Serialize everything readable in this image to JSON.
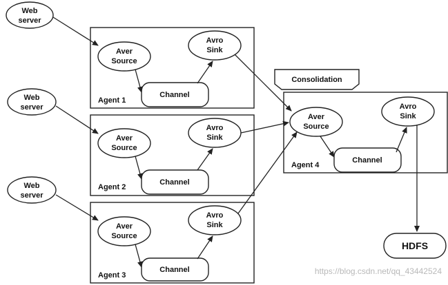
{
  "web_servers": [
    {
      "line1": "Web",
      "line2": "server"
    },
    {
      "line1": "Web",
      "line2": "server"
    },
    {
      "line1": "Web",
      "line2": "server"
    }
  ],
  "agents": [
    {
      "name": "Agent 1",
      "source_line1": "Aver",
      "source_line2": "Source",
      "channel": "Channel",
      "sink_line1": "Avro",
      "sink_line2": "Sink"
    },
    {
      "name": "Agent 2",
      "source_line1": "Aver",
      "source_line2": "Source",
      "channel": "Channel",
      "sink_line1": "Avro",
      "sink_line2": "Sink"
    },
    {
      "name": "Agent 3",
      "source_line1": "Aver",
      "source_line2": "Source",
      "channel": "Channel",
      "sink_line1": "Avro",
      "sink_line2": "Sink"
    }
  ],
  "consolidation": {
    "label": "Consolidation",
    "agent": {
      "name": "Agent 4",
      "source_line1": "Aver",
      "source_line2": "Source",
      "channel": "Channel",
      "sink_line1": "Avro",
      "sink_line2": "Sink"
    }
  },
  "hdfs": {
    "label": "HDFS"
  },
  "watermark": "https://blog.csdn.net/qq_43442524"
}
